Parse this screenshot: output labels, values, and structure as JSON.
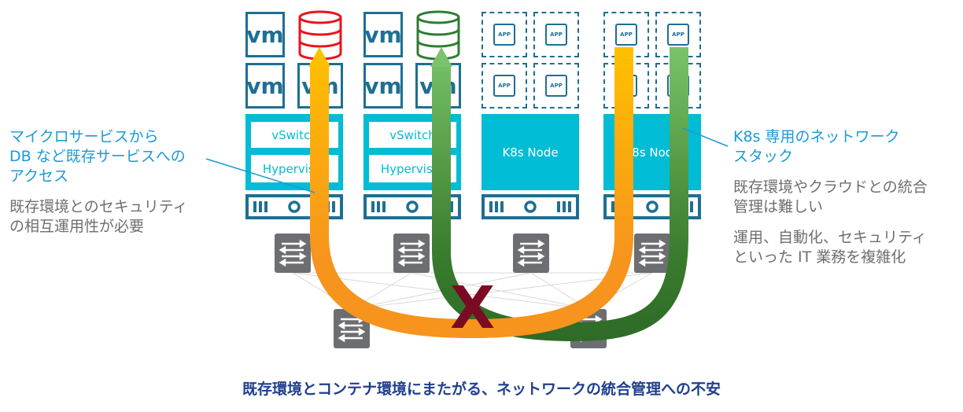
{
  "columns": [
    {
      "type": "vm",
      "vm_label": "vm",
      "db_color": "#e8141b",
      "vswitch": "vSwitch",
      "hypervisor": "Hypervisor"
    },
    {
      "type": "vm",
      "vm_label": "vm",
      "db_color": "#2e7d32",
      "vswitch": "vSwitch",
      "hypervisor": "Hypervisor"
    },
    {
      "type": "k8s",
      "app_label": "APP",
      "node": "K8s Node"
    },
    {
      "type": "k8s",
      "app_label": "APP",
      "node": "K8s Node"
    }
  ],
  "left_callout": {
    "title_lines": [
      "マイクロサービスから",
      "DB など既存サービスへの",
      "アクセス"
    ],
    "body_lines": [
      "既存環境とのセキュリティ",
      "の相互運用性が必要"
    ]
  },
  "right_callout": {
    "title_lines": [
      "K8s 専用のネットワーク",
      "スタック"
    ],
    "body1_lines": [
      "既存環境やクラウドとの統合",
      "管理は難しい"
    ],
    "body2_lines": [
      "運用、自動化、セキュリティ",
      "といった IT 業務を複雑化"
    ]
  },
  "cross_mark": "X",
  "footer": "既存環境とコンテナ環境にまたがる、ネットワークの統合管理への不安",
  "colors": {
    "vm_blue": "#1e6f93",
    "teal": "#00bcd4",
    "orange": "#f7941d",
    "yellow": "#ffc000",
    "green": "#3a7d2e",
    "light_green": "#7ac36a",
    "cross": "#7b0a24",
    "callout_blue": "#1a9ad6",
    "footer": "#1f3f8f",
    "switch_gray": "#6d6e71"
  }
}
